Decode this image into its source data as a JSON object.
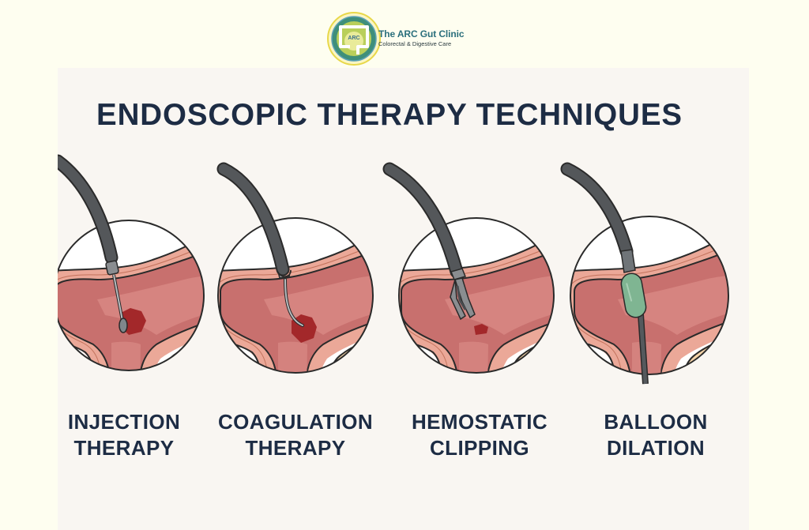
{
  "header": {
    "logo_icon": "colon-logo-icon",
    "logo_letters": "ARC",
    "brand_name": "The ARC Gut Clinic",
    "brand_tagline": "Colorectal & Digestive Care"
  },
  "main": {
    "title": "ENDOSCOPIC THERAPY TECHNIQUES",
    "techniques": [
      {
        "line1": "INJECTION",
        "line2": "THERAPY",
        "tool": "injection-needle-icon"
      },
      {
        "line1": "COAGULATION",
        "line2": "THERAPY",
        "tool": "coagulation-probe-icon"
      },
      {
        "line1": "HEMOSTATIC",
        "line2": "CLIPPING",
        "tool": "hemostatic-clip-icon"
      },
      {
        "line1": "BALLOON",
        "line2": "DILATION",
        "tool": "dilation-balloon-icon"
      }
    ]
  },
  "colors": {
    "page_background": "#fefef0",
    "panel_background": "#f9f6f2",
    "title_text": "#1d2c44",
    "brand_text": "#2a6f7c",
    "endoscope": "#4a4d50",
    "mucosa_outer": "#eba898",
    "lumen": "#c8706e",
    "bleeding": "#a3282a",
    "fat_tissue": "#f4d3a8",
    "balloon": "#7fb592"
  }
}
